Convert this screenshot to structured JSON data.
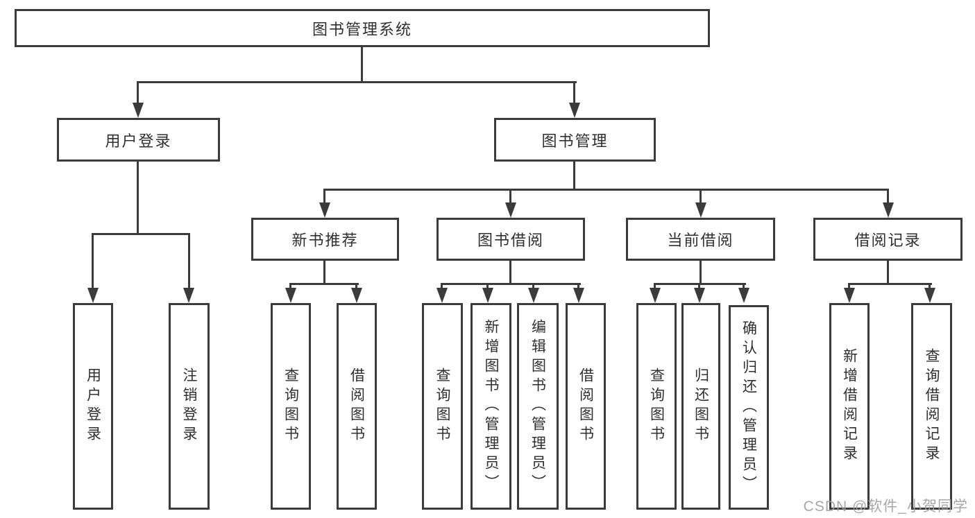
{
  "colors": {
    "line": "#3b3b3b",
    "text": "#2f2f2f",
    "background": "#ffffff",
    "watermark": "#9e9e9e"
  },
  "diagram": {
    "root": {
      "id": "system",
      "label": "图书管理系统"
    },
    "level2": [
      {
        "id": "user-login",
        "label": "用户登录",
        "parent": "system"
      },
      {
        "id": "book-management",
        "label": "图书管理",
        "parent": "system"
      }
    ],
    "level3": [
      {
        "id": "new-book-recommend",
        "label": "新书推荐",
        "parent": "book-management"
      },
      {
        "id": "book-borrowing",
        "label": "图书借阅",
        "parent": "book-management"
      },
      {
        "id": "current-borrowing",
        "label": "当前借阅",
        "parent": "book-management"
      },
      {
        "id": "borrowing-records",
        "label": "借阅记录",
        "parent": "book-management"
      }
    ],
    "leaves": [
      {
        "label": "用户登录",
        "parent": "user-login"
      },
      {
        "label": "注销登录",
        "parent": "user-login"
      },
      {
        "label": "查询图书",
        "parent": "new-book-recommend"
      },
      {
        "label": "借阅图书",
        "parent": "new-book-recommend"
      },
      {
        "label": "查询图书",
        "parent": "book-borrowing"
      },
      {
        "label": "新增图书（管理员）",
        "parent": "book-borrowing"
      },
      {
        "label": "编辑图书（管理员）",
        "parent": "book-borrowing"
      },
      {
        "label": "借阅图书",
        "parent": "book-borrowing"
      },
      {
        "label": "查询图书",
        "parent": "current-borrowing"
      },
      {
        "label": "归还图书",
        "parent": "current-borrowing"
      },
      {
        "label": "确认归还（管理员）",
        "parent": "current-borrowing"
      },
      {
        "label": "新增借阅记录",
        "parent": "borrowing-records"
      },
      {
        "label": "查询借阅记录",
        "parent": "borrowing-records"
      }
    ]
  },
  "watermark": {
    "text": "CSDN @软件_小贺同学"
  }
}
